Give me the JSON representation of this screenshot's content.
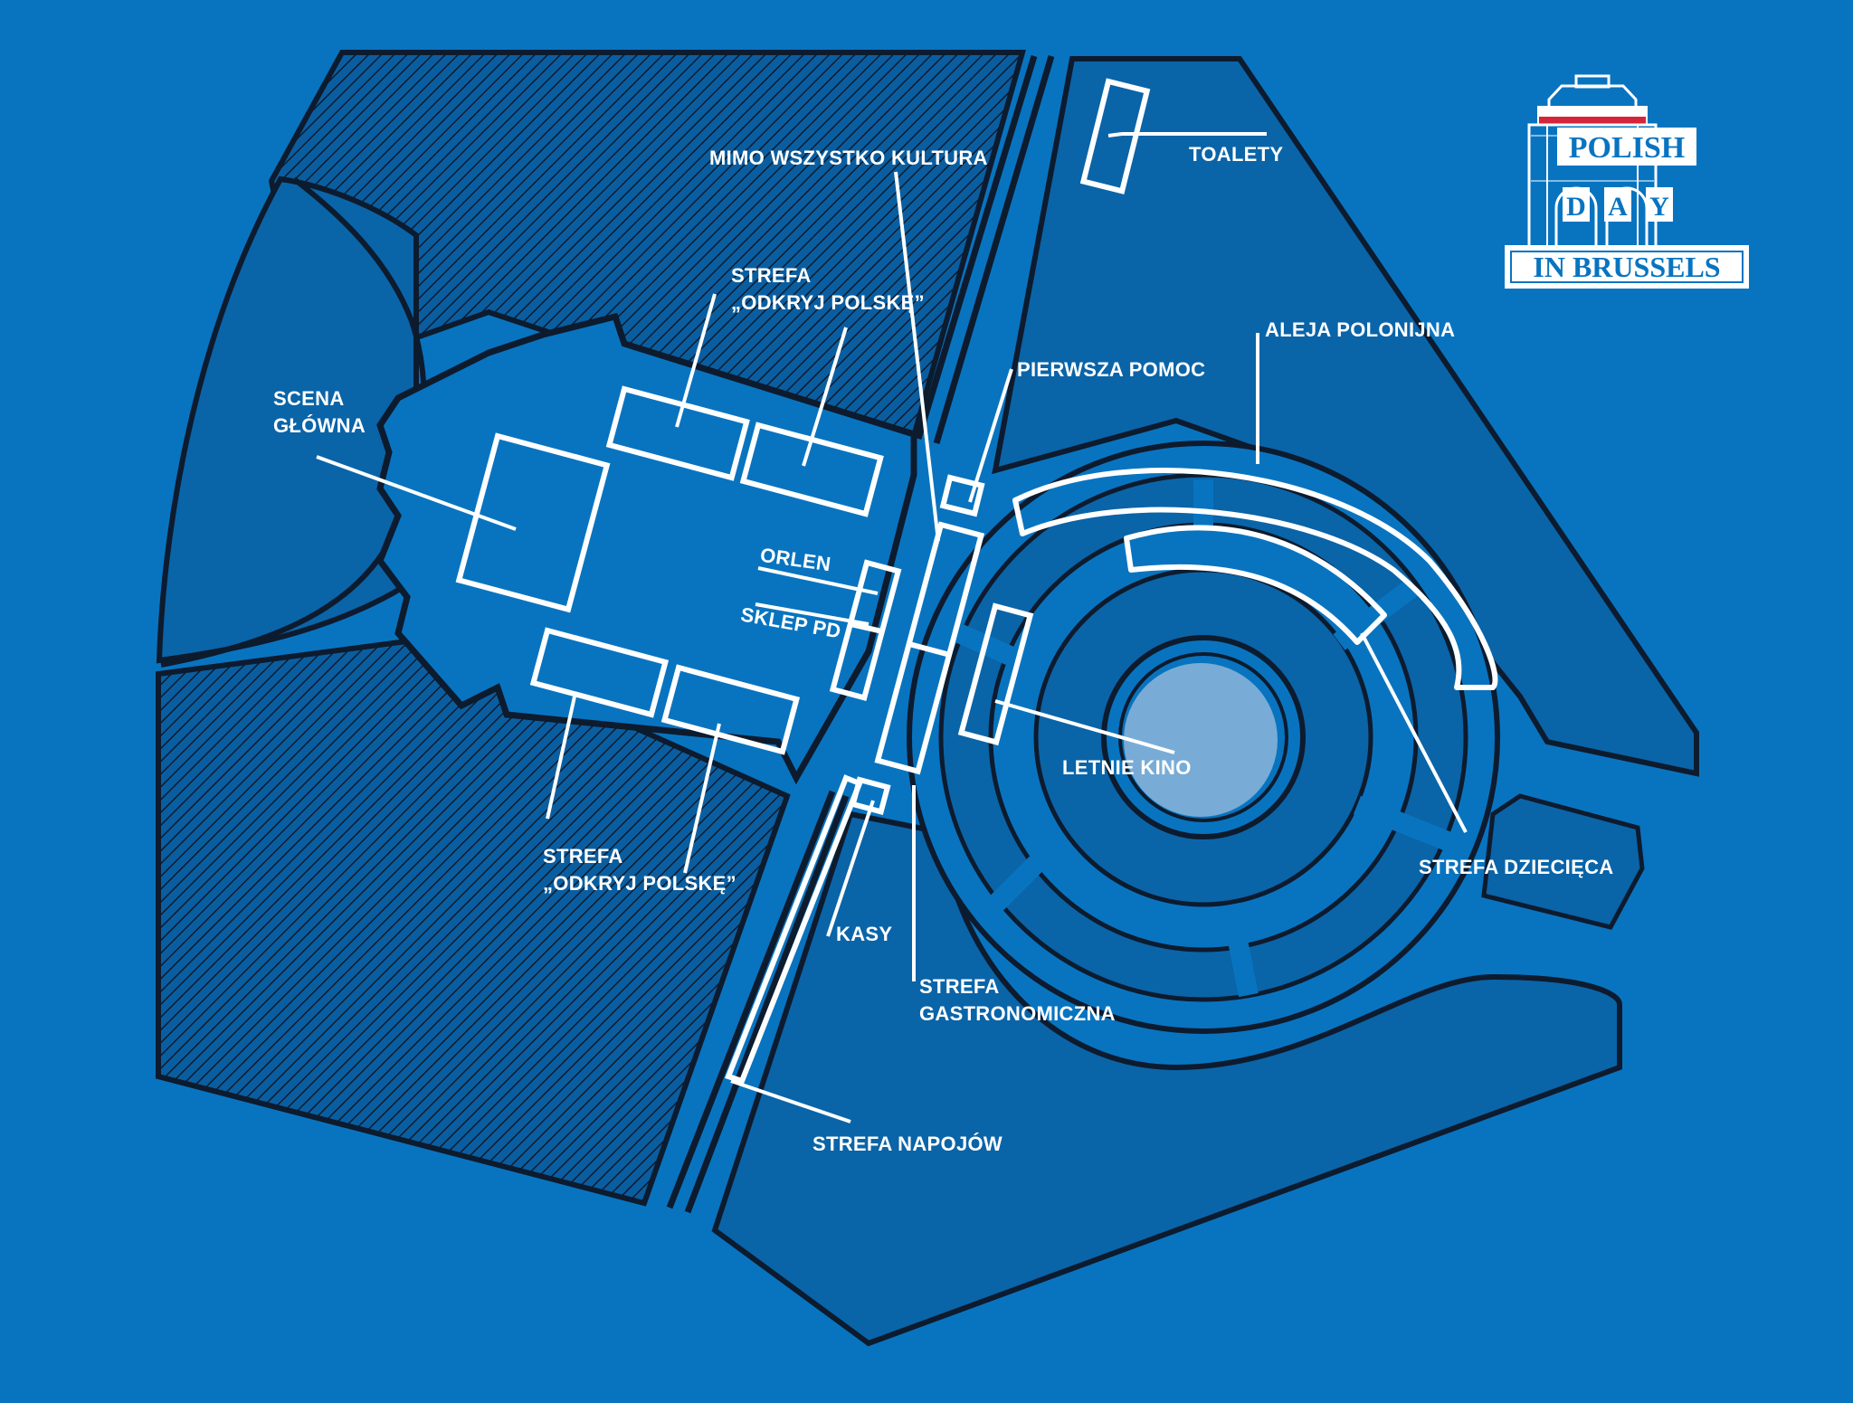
{
  "logo": {
    "line1": "POLISH",
    "line2_letters": [
      "D",
      "A",
      "Y"
    ],
    "line3": "IN BRUSSELS",
    "colors": {
      "red": "#d6243a",
      "outline": "#ffffff"
    }
  },
  "labels": {
    "scena_glowna": [
      "SCENA",
      "GŁÓWNA"
    ],
    "strefa_odkryj_top": [
      "STREFA",
      "„ODKRYJ POLSKĘ”"
    ],
    "strefa_odkryj_bottom": [
      "STREFA",
      "„ODKRYJ POLSKĘ”"
    ],
    "mimo_wszystko": "MIMO WSZYSTKO KULTURA",
    "toalety": "TOALETY",
    "pierwsza_pomoc": "PIERWSZA POMOC",
    "aleja_polonijna": "ALEJA POLONIJNA",
    "orlen": "ORLEN",
    "sklep_pd": "SKLEP PD",
    "letnie_kino": "LETNIE KINO",
    "strefa_dziecieca": "STREFA DZIECIĘCA",
    "kasy": "KASY",
    "strefa_gastronomiczna": [
      "STREFA",
      "GASTRONOMICZNA"
    ],
    "strefa_napojow": "STREFA NAPOJÓW"
  },
  "colors": {
    "background": "#0874c0",
    "park_fill": "#0a64a8",
    "outline": "#0d1b2e",
    "hatch": "#0d1b2e",
    "marker": "#ffffff",
    "fountain": "#78acd6"
  }
}
